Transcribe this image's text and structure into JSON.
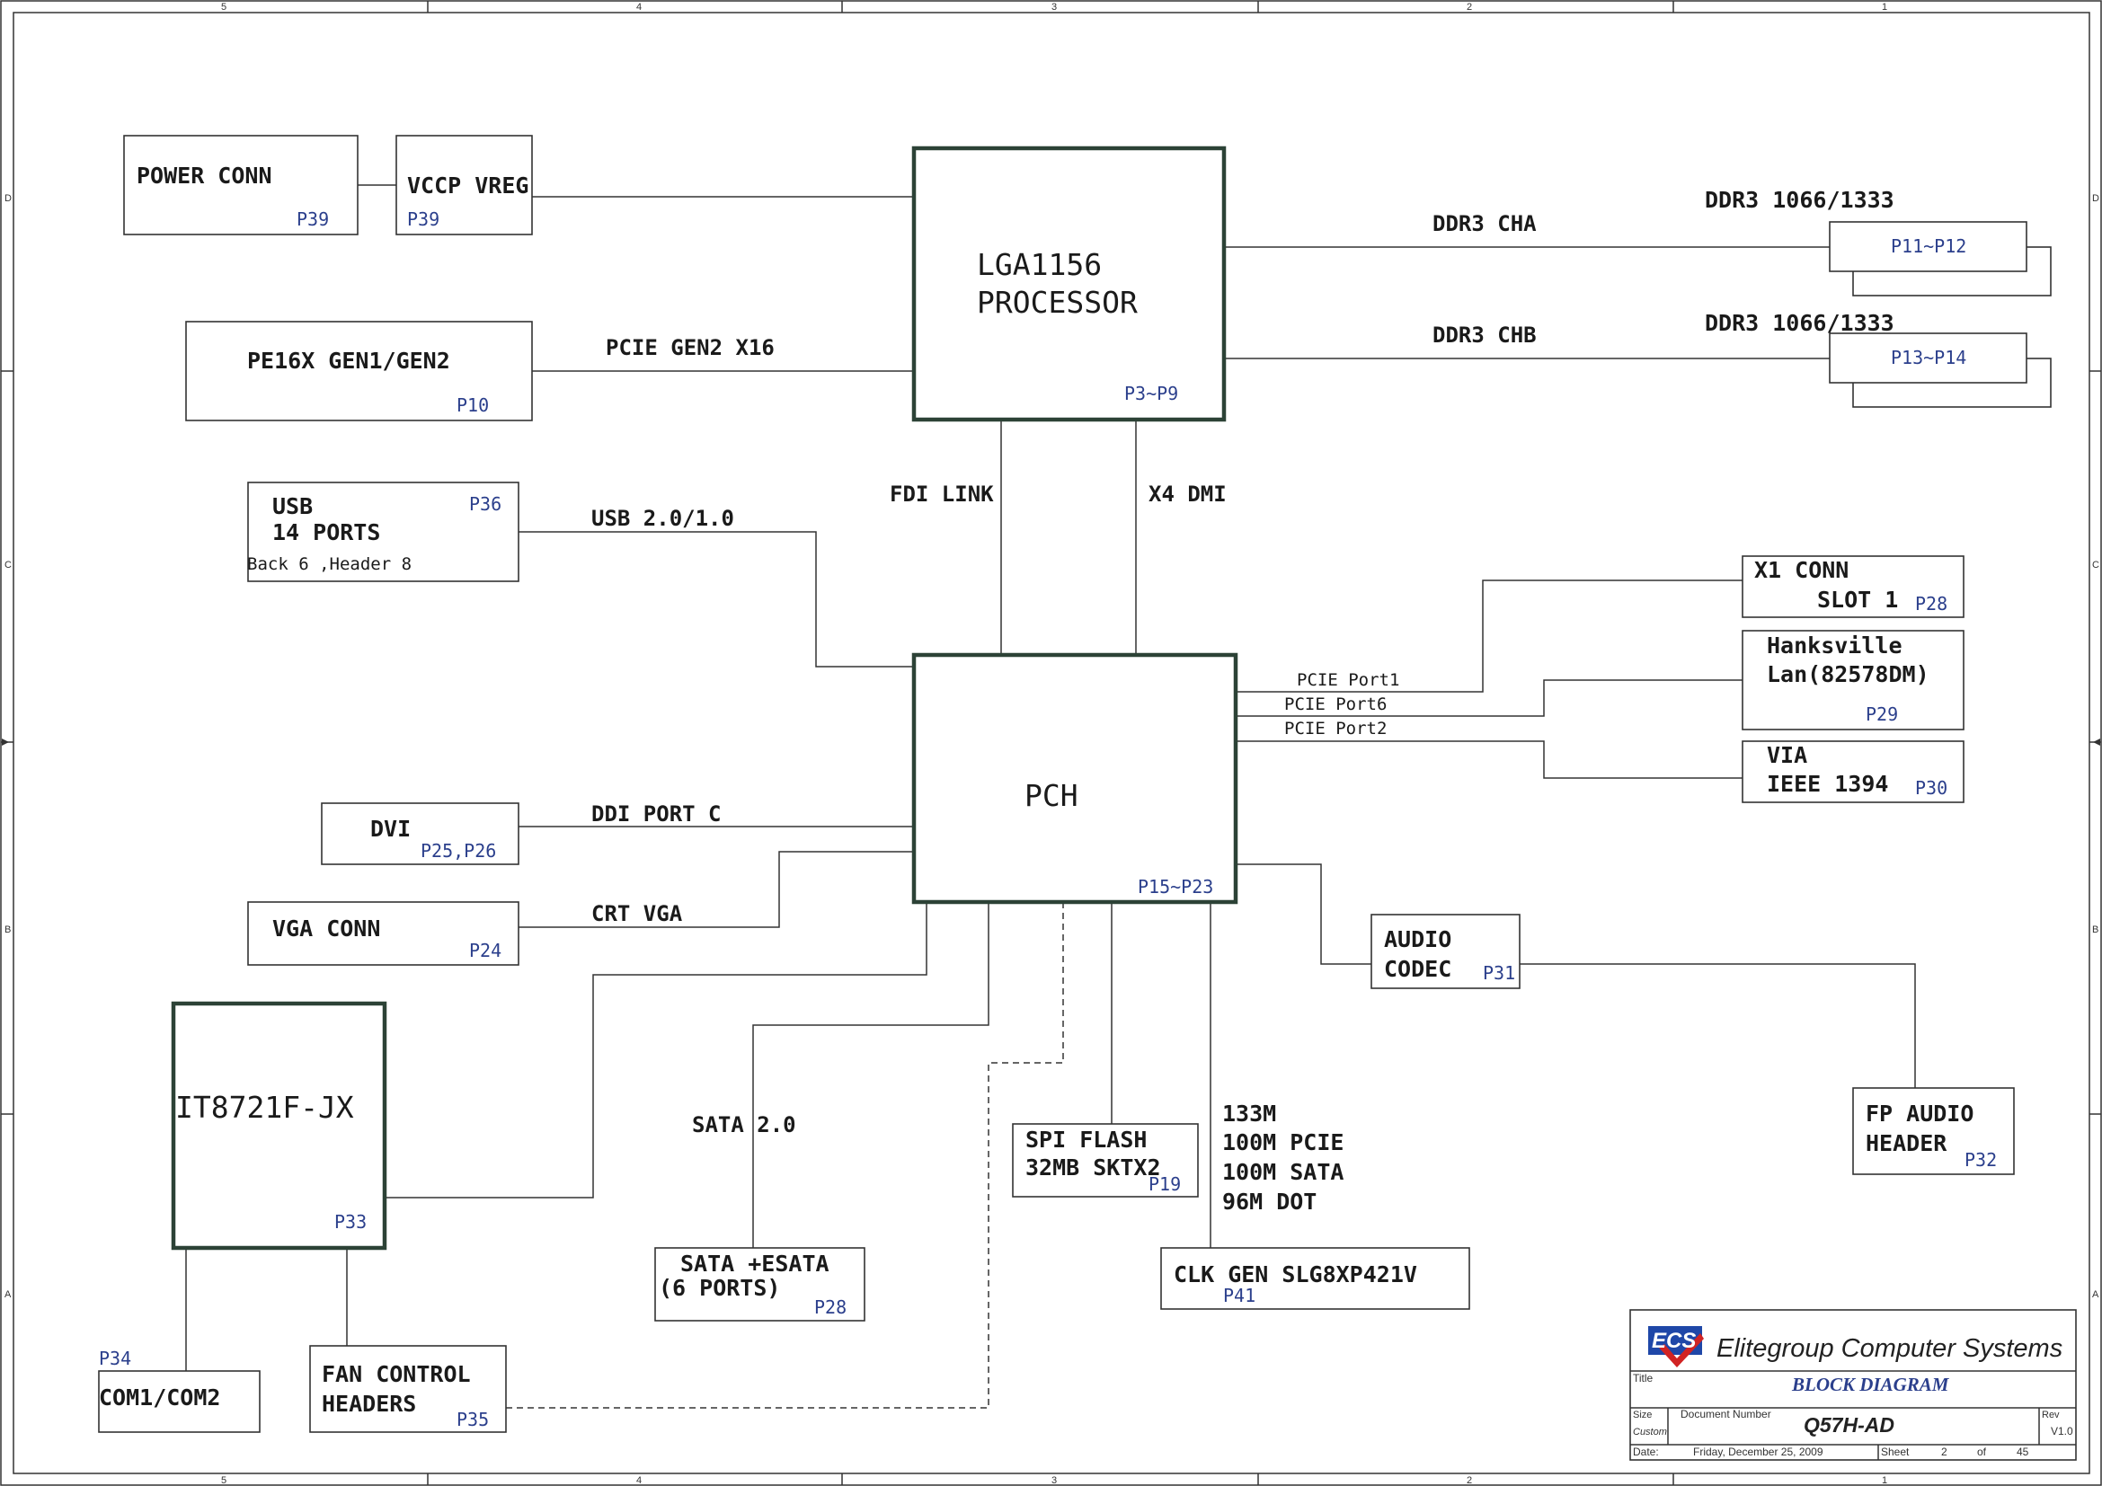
{
  "blocks": {
    "power_conn": {
      "label": "POWER CONN",
      "ref": "P39"
    },
    "vccp_vreg": {
      "label": "VCCP VREG",
      "ref": "P39"
    },
    "processor": {
      "line1": "LGA1156",
      "line2": "PROCESSOR",
      "ref": "P3~P9"
    },
    "pe16x": {
      "label": "PE16X GEN1/GEN2",
      "ref": "P10"
    },
    "usb": {
      "line1": "USB",
      "line2": "14 PORTS",
      "line3": "Back 6 ,Header 8",
      "ref": "P36"
    },
    "pch": {
      "label": "PCH",
      "ref": "P15~P23"
    },
    "dvi": {
      "label": "DVI",
      "ref": "P25,P26"
    },
    "vga": {
      "label": "VGA CONN",
      "ref": "P24"
    },
    "it8721": {
      "label": "IT8721F-JX",
      "ref": "P33"
    },
    "com": {
      "label": "COM1/COM2",
      "ref": "P34"
    },
    "fan": {
      "line1": "FAN CONTROL",
      "line2": "HEADERS",
      "ref": "P35"
    },
    "sata_port": {
      "line1": "SATA +ESATA",
      "line2": "(6 PORTS)",
      "ref": "P28"
    },
    "spi": {
      "line1": "SPI FLASH",
      "line2": "32MB SKTX2",
      "ref": "P19"
    },
    "clk": {
      "label": "CLK GEN SLG8XP421V",
      "ref": "P41"
    },
    "ddr_a": {
      "label": "DDR3 1066/1333",
      "ref": "P11~P12"
    },
    "ddr_b": {
      "label": "DDR3 1066/1333",
      "ref": "P13~P14"
    },
    "x1": {
      "line1": "X1 CONN",
      "line2": "SLOT 1",
      "ref": "P28"
    },
    "lan": {
      "line1": "Hanksville",
      "line2": "Lan(82578DM)",
      "ref": "P29"
    },
    "via": {
      "line1": "VIA",
      "line2": "IEEE 1394",
      "ref": "P30"
    },
    "audio": {
      "line1": "AUDIO",
      "line2": "CODEC",
      "ref": "P31"
    },
    "fp_audio": {
      "line1": "FP AUDIO",
      "line2": "HEADER",
      "ref": "P32"
    }
  },
  "signals": {
    "pcie_x16": "PCIE GEN2 X16",
    "usb_bus": "USB 2.0/1.0",
    "fdi": "FDI LINK",
    "dmi": "X4 DMI",
    "cha": "DDR3 CHA",
    "chb": "DDR3 CHB",
    "pcie_p1": "PCIE Port1",
    "pcie_p6": "PCIE Port6",
    "pcie_p2": "PCIE Port2",
    "ddi": "DDI PORT C",
    "crt": "CRT VGA",
    "sata_bus": "SATA 2.0",
    "clk1": "133M",
    "clk2": "100M PCIE",
    "clk3": "100M SATA",
    "clk4": "96M DOT"
  },
  "title_block": {
    "company": "Elitegroup Computer Systems",
    "logo": "ECS",
    "title_label": "Title",
    "title": "BLOCK DIAGRAM",
    "size_label": "Size",
    "size": "Custom",
    "docnum_label": "Document Number",
    "docnum": "Q57H-AD",
    "rev_label": "Rev",
    "rev": "V1.0",
    "date_label": "Date:",
    "date": "Friday, December 25, 2009",
    "sheet_label": "Sheet",
    "sheet": "2",
    "of_label": "of",
    "total": "45"
  },
  "frame": {
    "cols": [
      "5",
      "4",
      "3",
      "2",
      "1"
    ],
    "rows": [
      "D",
      "C",
      "B",
      "A"
    ]
  }
}
